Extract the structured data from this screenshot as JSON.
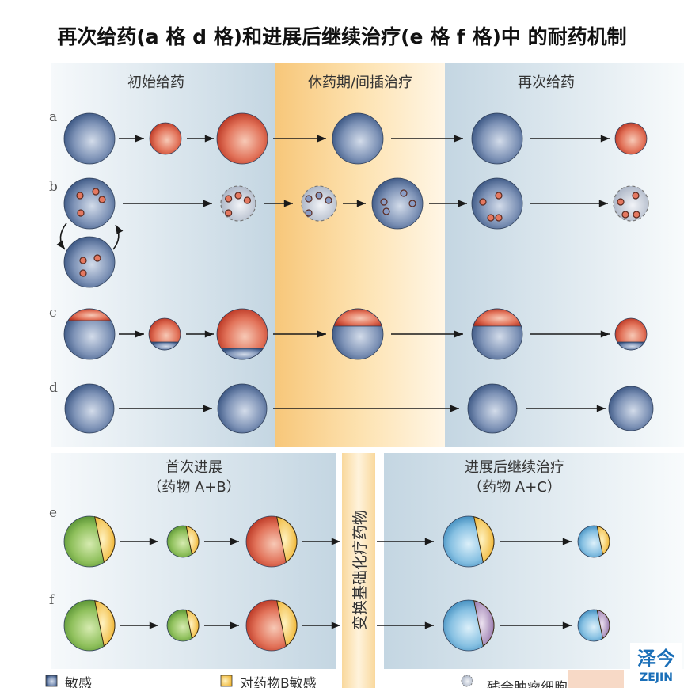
{
  "title": "再次给药(a 格 d 格)和进展后继续治疗(e 格 f 格)中 的耐药机制",
  "top_panel": {
    "columns": [
      "初始给药",
      "休药期/间插治疗",
      "再次给药"
    ],
    "rows": [
      "a",
      "b",
      "c",
      "d"
    ]
  },
  "bottom_panel": {
    "left_header": [
      "首次进展",
      "（药物 A+B）"
    ],
    "right_header": [
      "进展后继续治疗",
      "（药物 A+C）"
    ],
    "switch_label": "变换基础化疗药物",
    "rows": [
      "e",
      "f"
    ]
  },
  "legend": [
    {
      "label": "敏感",
      "color": "#4a6490"
    },
    {
      "label": "对药物B敏感",
      "color": "#f2c14e"
    },
    {
      "label": "残余肿瘤细胞",
      "color": "#b8c0cc"
    }
  ],
  "watermark": {
    "cn": "泽今",
    "en": "ZEJIN"
  },
  "colors": {
    "sensitive": "#4a6490",
    "resistant": "#d14b35",
    "drugB": "#f2c14e",
    "green": "#6aa640",
    "lightblue": "#4a9acb",
    "purple": "#9a7ab0"
  }
}
